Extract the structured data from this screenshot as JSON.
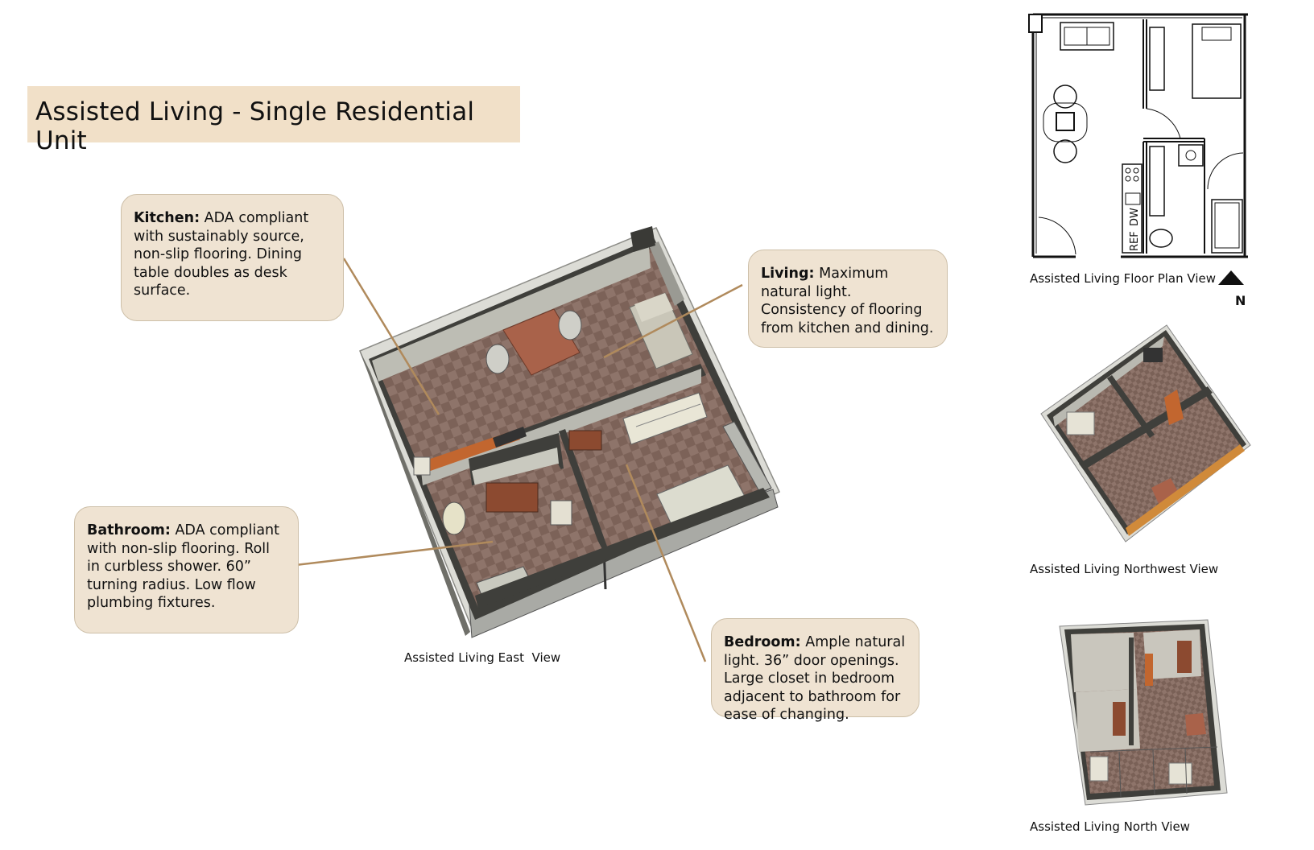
{
  "title": "Assisted Living - Single Residential Unit",
  "callouts": {
    "kitchen": {
      "heading": "Kitchen:",
      "text": " ADA compliant with sustainably source, non-slip flooring. Dining table doubles as desk surface."
    },
    "living": {
      "heading": "Living:",
      "text": " Maximum natural light. Consistency of flooring from kitchen and dining."
    },
    "bathroom": {
      "heading": "Bathroom:",
      "text": " ADA compliant with non-slip flooring. Roll in curbless shower. 60” turning radius. Low flow plumbing fixtures."
    },
    "bedroom": {
      "heading": "Bedroom:",
      "text": " Ample natural light. 36” door openings. Large closet in bedroom adjacent to bathroom for ease of changing."
    }
  },
  "captions": {
    "east_view": "Assisted Living East  View",
    "floor_plan": "Assisted Living Floor Plan View",
    "northwest_view": "Assisted Living Northwest View",
    "north_view": "Assisted Living North View"
  },
  "north_label": "N",
  "plan_labels": {
    "dishwasher": "DW",
    "refrigerator": "REF"
  },
  "colors": {
    "title_bg": "#f1e0c8",
    "callout_bg": "#efe3d2",
    "leader": "#b08a5c",
    "floor": "#8a6f63",
    "wood": "#9b5a3c",
    "wall": "#5e5e58"
  }
}
